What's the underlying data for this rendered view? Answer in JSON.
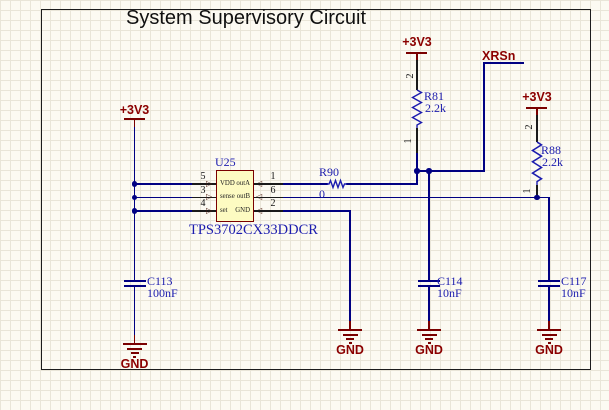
{
  "title": "System Supervisory Circuit",
  "nets": {
    "v33": "+3V3",
    "gnd": "GND",
    "xrsn": "XRSn"
  },
  "ic": {
    "designator": "U25",
    "part_number": "TPS3702CX33DDCR",
    "rows": [
      {
        "left_pin": "5",
        "left_name": "VDD",
        "right_name": "outA",
        "right_pin": "1"
      },
      {
        "left_pin": "3",
        "left_name": "sense",
        "right_name": "outB",
        "right_pin": "6"
      },
      {
        "left_pin": "4",
        "left_name": "set",
        "right_name": "GND",
        "right_pin": "2"
      }
    ]
  },
  "resistors": {
    "r81": {
      "designator": "R81",
      "value": "2.2k",
      "pin_top": "2",
      "pin_bottom": "1"
    },
    "r88": {
      "designator": "R88",
      "value": "2.2k",
      "pin_top": "2",
      "pin_bottom": "1"
    },
    "r90": {
      "designator": "R90",
      "value": "0"
    }
  },
  "capacitors": {
    "c113": {
      "designator": "C113",
      "value": "100nF"
    },
    "c114": {
      "designator": "C114",
      "value": "10nF"
    },
    "c117": {
      "designator": "C117",
      "value": "10nF"
    }
  },
  "colors": {
    "wire": "#000082",
    "component_label": "#1c1cae",
    "power_net": "#8b0000",
    "ic_fill": "#fdfbc2",
    "ic_border": "#7a0000",
    "background": "#fcfaf2",
    "grid_line": "#e9e5d8"
  }
}
